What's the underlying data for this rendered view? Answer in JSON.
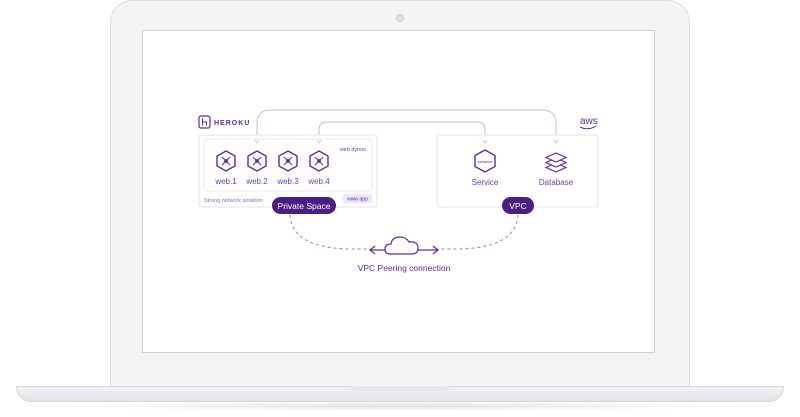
{
  "brand": {
    "heroku": "HEROKU",
    "aws": "aws"
  },
  "heroku_box": {
    "dynos_label": "web dynos",
    "dynos": [
      "web.1",
      "web.2",
      "web.3",
      "web.4"
    ],
    "isolation_label": "Strong network isolation",
    "app_badge": "www app",
    "pill": "Private Space"
  },
  "aws_box": {
    "service_icon_text": "Instance",
    "service_label": "Service",
    "database_label": "Database",
    "pill": "VPC"
  },
  "connection": {
    "label": "VPC Peering connection"
  },
  "colors": {
    "accent": "#5a2d9c",
    "pill_bg": "#4a1e85",
    "line": "#b9a6db",
    "text": "#6b3fa8"
  }
}
